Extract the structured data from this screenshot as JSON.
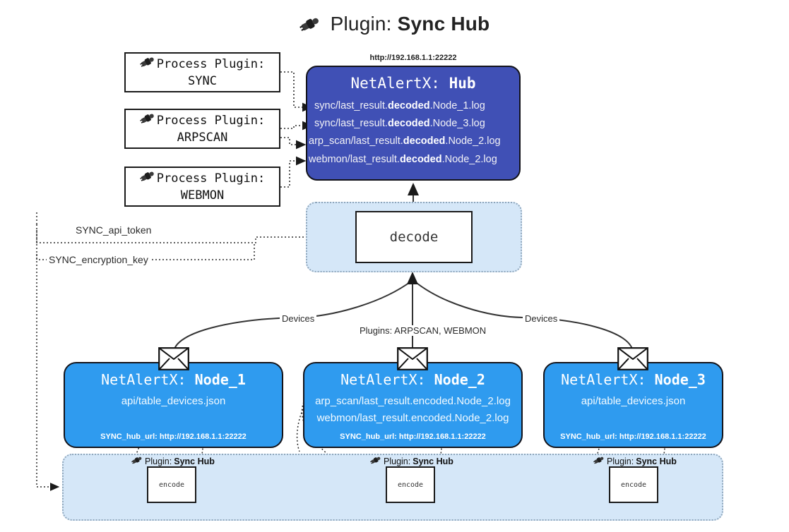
{
  "title": {
    "icon": "plug-icon",
    "prefix": "Plugin:",
    "name": "Sync Hub"
  },
  "process_plugins": [
    {
      "label": "Process Plugin:",
      "value": "SYNC"
    },
    {
      "label": "Process Plugin:",
      "value": "ARPSCAN"
    },
    {
      "label": "Process Plugin:",
      "value": "WEBMON"
    }
  ],
  "hub": {
    "url": "http://192.168.1.1:22222",
    "title_prefix": "NetAlertX:",
    "title_name": "Hub",
    "logs": [
      {
        "pre": "sync/last_result.",
        "mid": "decoded",
        "post": ".Node_1.log"
      },
      {
        "pre": "sync/last_result.",
        "mid": "decoded",
        "post": ".Node_3.log"
      },
      {
        "pre": "arp_scan/last_result.",
        "mid": "decoded",
        "post": ".Node_2.log"
      },
      {
        "pre": "webmon/last_result.",
        "mid": "decoded",
        "post": ".Node_2.log"
      }
    ]
  },
  "decode": {
    "label": "decode"
  },
  "settings": {
    "api_token": "SYNC_api_token",
    "encryption_key": "SYNC_encryption_key"
  },
  "edges": {
    "devices_left": "Devices",
    "devices_right": "Devices",
    "plugins_center": "Plugins: ARPSCAN, WEBMON"
  },
  "nodes": [
    {
      "title_prefix": "NetAlertX:",
      "title_name": "Node_1",
      "lines": [
        "api/table_devices.json"
      ],
      "foot": "SYNC_hub_url: http://192.168.1.1:22222"
    },
    {
      "title_prefix": "NetAlertX:",
      "title_name": "Node_2",
      "lines": [
        "arp_scan/last_result.encoded.Node_2.log",
        "webmon/last_result.encoded.Node_2.log"
      ],
      "foot": "SYNC_hub_url: http://192.168.1.1:22222"
    },
    {
      "title_prefix": "NetAlertX:",
      "title_name": "Node_3",
      "lines": [
        "api/table_devices.json"
      ],
      "foot": "SYNC_hub_url: http://192.168.1.1:22222"
    }
  ],
  "encoders": [
    {
      "plugin_prefix": "Plugin:",
      "plugin_name": "Sync Hub",
      "label": "encode"
    },
    {
      "plugin_prefix": "Plugin:",
      "plugin_name": "Sync Hub",
      "label": "encode"
    },
    {
      "plugin_prefix": "Plugin:",
      "plugin_name": "Sync Hub",
      "label": "encode"
    }
  ],
  "colors": {
    "hub_fill": "#4050b5",
    "node_fill": "#2f9bef",
    "cluster_fill": "#d5e7f8",
    "stroke": "#13131a"
  }
}
